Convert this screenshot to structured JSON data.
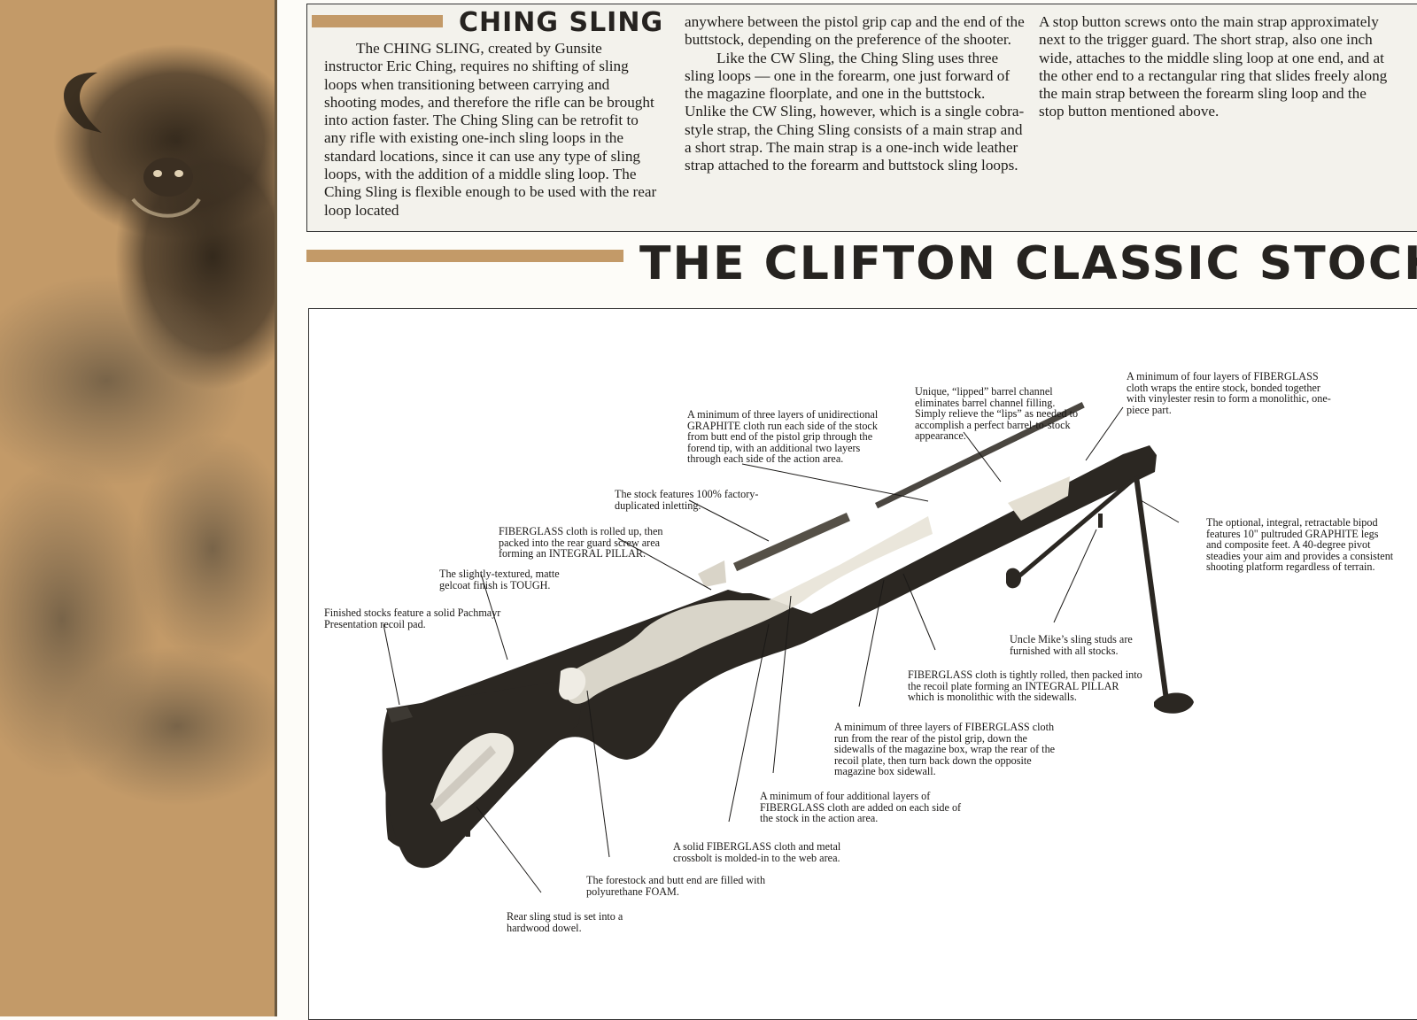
{
  "ching_sling": {
    "heading": "CHING SLING",
    "col1": "The CHING SLING, created by Gunsite instructor Eric Ching, requires no shifting of sling loops when transitioning between carrying and shooting modes, and therefore the rifle can be brought into action faster. The Ching Sling can be retrofit to any rifle with existing one-inch sling loops in the standard locations, since it can use any type of sling loops, with the addition of a middle sling loop. The Ching Sling is flexible enough to be used with the rear loop located",
    "col2a": "anywhere between the pistol grip cap and the end of the buttstock, depending on the preference of the shooter.",
    "col2b": "Like the CW Sling, the Ching Sling uses three sling loops — one in the forearm, one just forward of the magazine floorplate, and one in the buttstock. Unlike the CW Sling, however, which is a single cobra-style strap, the Ching Sling consists of a main strap and a short strap. The main strap is a one-inch wide leather strap attached to the forearm and buttstock sling loops.",
    "col3": "A stop button screws onto the main strap approximately next to the trigger guard. The short strap, also one inch wide, attaches to the middle sling loop at one end, and at the other end to a rectangular ring that slides freely along the main strap between the forearm sling loop and the stop button mentioned above."
  },
  "clifton": {
    "title": "THE CLIFTON  CLASSIC STOCK"
  },
  "callouts": {
    "three_graphite": "A minimum of three layers of unidirectional GRAPHITE cloth run each side of the stock from butt end of the pistol grip through the forend tip, with an additional two layers through each side of the action area.",
    "lipped_channel": "Unique, “lipped” barrel channel eliminates barrel channel filling. Simply relieve the “lips” as needed to accomplish a perfect barrel-to-stock appearance.",
    "four_fiberglass": "A minimum of four layers of FIBERGLASS cloth wraps the entire stock, bonded together with vinylester resin to form a monolithic, one-piece part.",
    "inletting": "The stock features 100% factory-duplicated inletting.",
    "rear_pillar": "FIBERGLASS cloth is rolled up, then packed into the rear guard screw area forming an INTEGRAL PILLAR.",
    "gelcoat": "The slightly-textured, matte gelcoat finish is TOUGH.",
    "recoil_pad": "Finished stocks feature a solid Pachmayr Presentation recoil pad.",
    "bipod": "The optional, integral, retractable bipod features 10\" pultruded GRAPHITE legs and composite feet. A 40-degree pivot steadies your aim and provides a consistent shooting platform regardless of terrain.",
    "sling_studs": "Uncle Mike’s sling studs are furnished with all stocks.",
    "recoil_pillar": "FIBERGLASS cloth is tightly rolled, then packed into the recoil plate forming an INTEGRAL PILLAR which is monolithic with the sidewalls.",
    "mag_box": "A minimum of three layers of FIBERGLASS cloth run from the rear of the pistol grip, down the sidewalls of the magazine box, wrap the rear of the recoil plate, then turn back down the opposite magazine box sidewall.",
    "action_area": "A minimum of four additional layers of FIBERGLASS cloth are added on each side of the stock in the action area.",
    "crossbolt": "A solid FIBERGLASS cloth and metal crossbolt is molded-in to the web area.",
    "foam": "The forestock and butt end are filled with polyurethane FOAM.",
    "rear_stud": "Rear sling stud is set into a hardwood dowel."
  },
  "colors": {
    "tan": "#c39a68",
    "stock": "#2b2722",
    "panel_bg": "#f3f2ec"
  }
}
